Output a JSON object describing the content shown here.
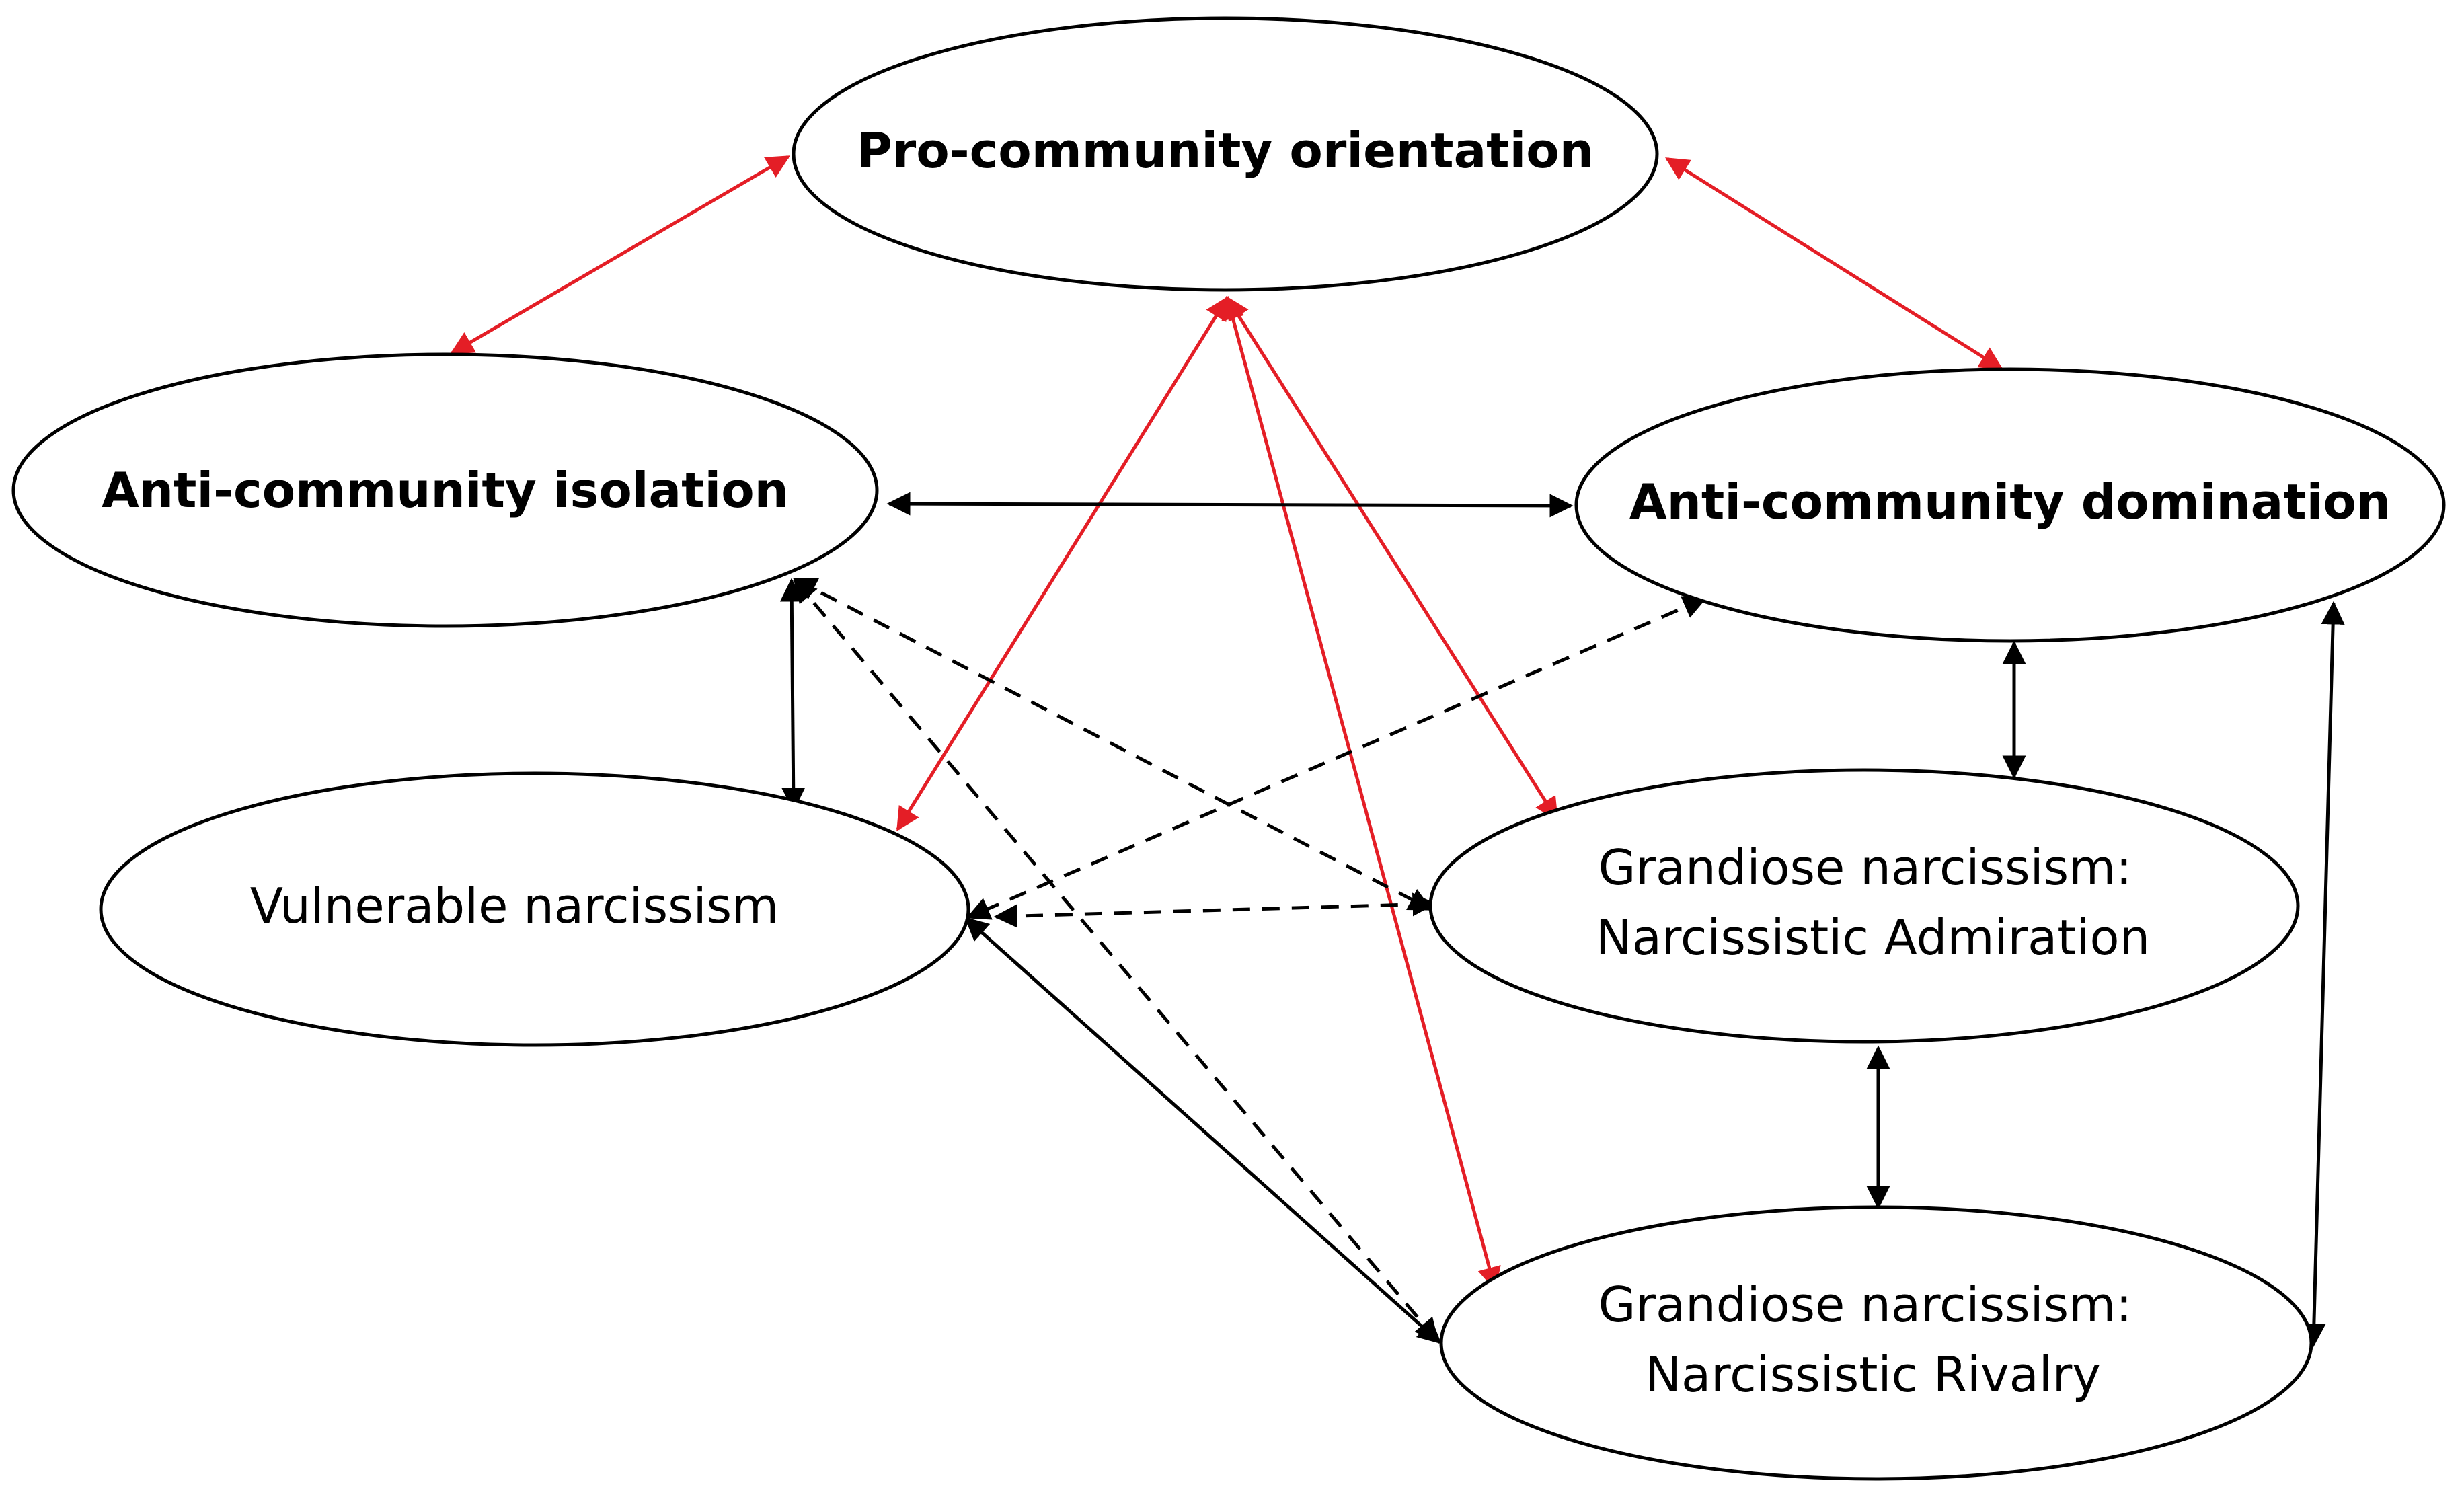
{
  "colors": {
    "construct_text": "#22b04b",
    "default_text": "#000000",
    "pro_edge": "#e41e26",
    "default_edge": "#000000"
  },
  "nodes": [
    {
      "id": "pro",
      "lines": [
        "Pro-community orientation"
      ],
      "bold": true
    },
    {
      "id": "iso",
      "lines": [
        "Anti-community isolation"
      ],
      "bold": true
    },
    {
      "id": "dom",
      "lines": [
        "Anti-community domination"
      ],
      "bold": true
    },
    {
      "id": "vul",
      "lines": [
        "Vulnerable narcissism"
      ],
      "bold": false
    },
    {
      "id": "adm",
      "lines": [
        "Grandiose narcissism:",
        "Narcissistic Admiration"
      ],
      "bold": false
    },
    {
      "id": "riv",
      "lines": [
        "Grandiose narcissism:",
        "Narcissistic Rivalry"
      ],
      "bold": false
    }
  ],
  "edges": [
    {
      "from": "pro",
      "to": "iso",
      "color": "red",
      "style": "solid"
    },
    {
      "from": "pro",
      "to": "dom",
      "color": "red",
      "style": "solid"
    },
    {
      "from": "pro",
      "to": "vul",
      "color": "red",
      "style": "solid"
    },
    {
      "from": "pro",
      "to": "adm",
      "color": "red",
      "style": "solid"
    },
    {
      "from": "pro",
      "to": "riv",
      "color": "red",
      "style": "solid"
    },
    {
      "from": "iso",
      "to": "dom",
      "color": "black",
      "style": "solid"
    },
    {
      "from": "iso",
      "to": "vul",
      "color": "black",
      "style": "solid"
    },
    {
      "from": "iso",
      "to": "adm",
      "color": "black",
      "style": "dashed"
    },
    {
      "from": "iso",
      "to": "riv",
      "color": "black",
      "style": "dashed"
    },
    {
      "from": "dom",
      "to": "vul",
      "color": "black",
      "style": "dashed"
    },
    {
      "from": "dom",
      "to": "adm",
      "color": "black",
      "style": "solid"
    },
    {
      "from": "dom",
      "to": "riv",
      "color": "black",
      "style": "solid"
    },
    {
      "from": "vul",
      "to": "adm",
      "color": "black",
      "style": "dashed"
    },
    {
      "from": "vul",
      "to": "riv",
      "color": "black",
      "style": "solid"
    },
    {
      "from": "adm",
      "to": "riv",
      "color": "black",
      "style": "solid"
    }
  ]
}
